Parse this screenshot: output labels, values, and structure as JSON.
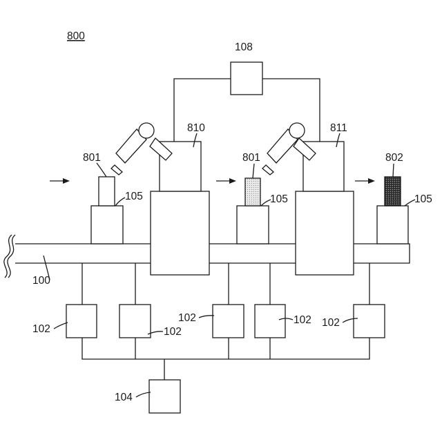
{
  "figure": {
    "title": "800"
  },
  "labels": {
    "controller": "108",
    "robot_a": "810",
    "robot_b": "811",
    "workpiece_1": "801",
    "workpiece_2": "801",
    "workpiece_3": "802",
    "stage_1": "105",
    "stage_2": "105",
    "stage_3": "105",
    "conveyor": "100",
    "module_1": "102",
    "module_2": "102",
    "module_3": "102",
    "module_4": "102",
    "module_5": "102",
    "hub": "104"
  },
  "colors": {
    "stroke": "#1a1a1a",
    "workpiece_light": "#d9d9d9",
    "workpiece_dark": "#3a3a3a"
  }
}
